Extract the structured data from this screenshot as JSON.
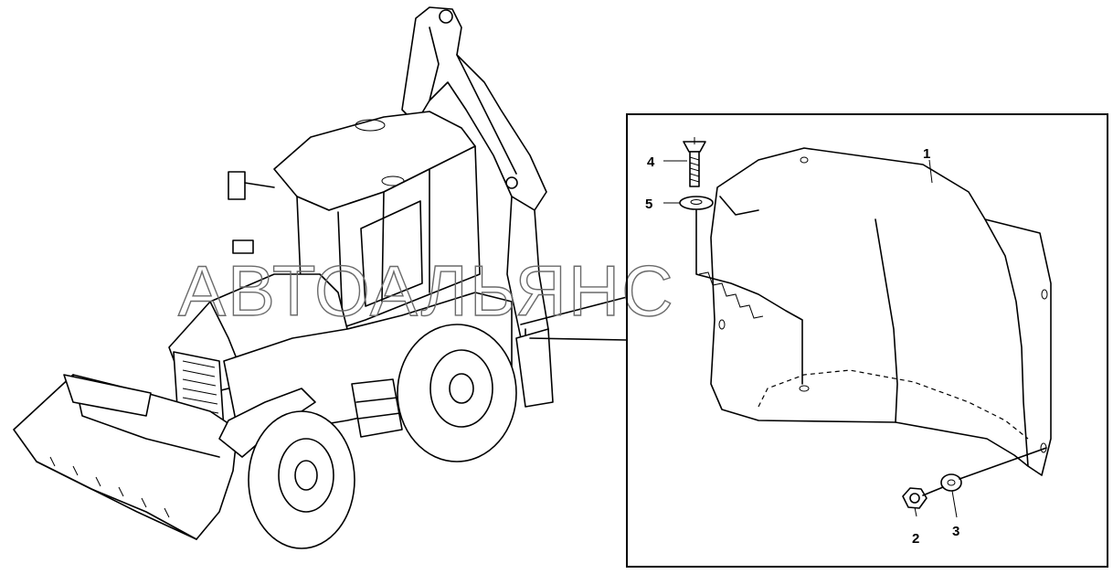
{
  "watermark": "АВТОАЛЬЯНС",
  "callouts": {
    "part1": "1",
    "part2": "2",
    "part3": "3",
    "part4": "4",
    "part5": "5"
  }
}
